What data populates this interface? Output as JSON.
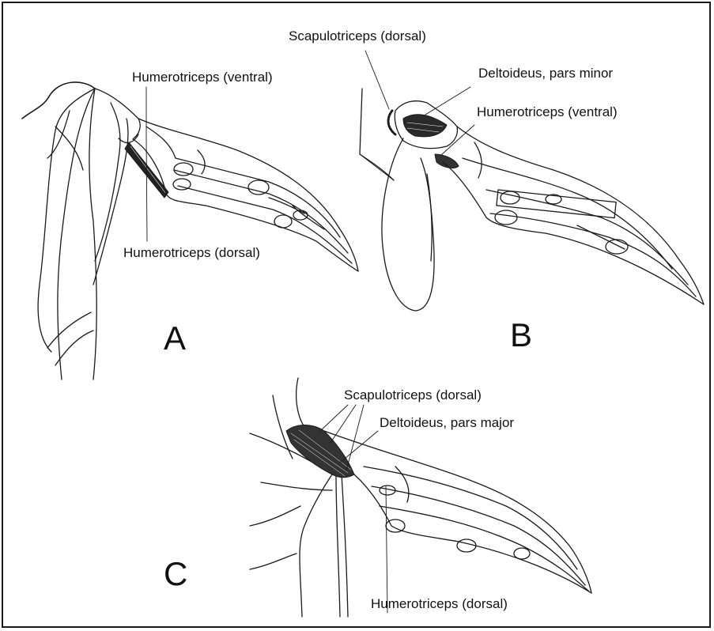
{
  "figure": {
    "panels": {
      "a": "A",
      "b": "B",
      "c": "C"
    },
    "labels": {
      "a_humerotriceps_ventral": "Humerotriceps (ventral)",
      "a_humerotriceps_dorsal": "Humerotriceps (dorsal)",
      "b_scapulotriceps_dorsal": "Scapulotriceps (dorsal)",
      "b_deltoideus_pars_minor": "Deltoideus, pars minor",
      "b_humerotriceps_ventral": "Humerotriceps (ventral)",
      "c_scapulotriceps_dorsal": "Scapulotriceps (dorsal)",
      "c_deltoideus_pars_major": "Deltoideus, pars major",
      "c_humerotriceps_dorsal": "Humerotriceps (dorsal)"
    }
  }
}
